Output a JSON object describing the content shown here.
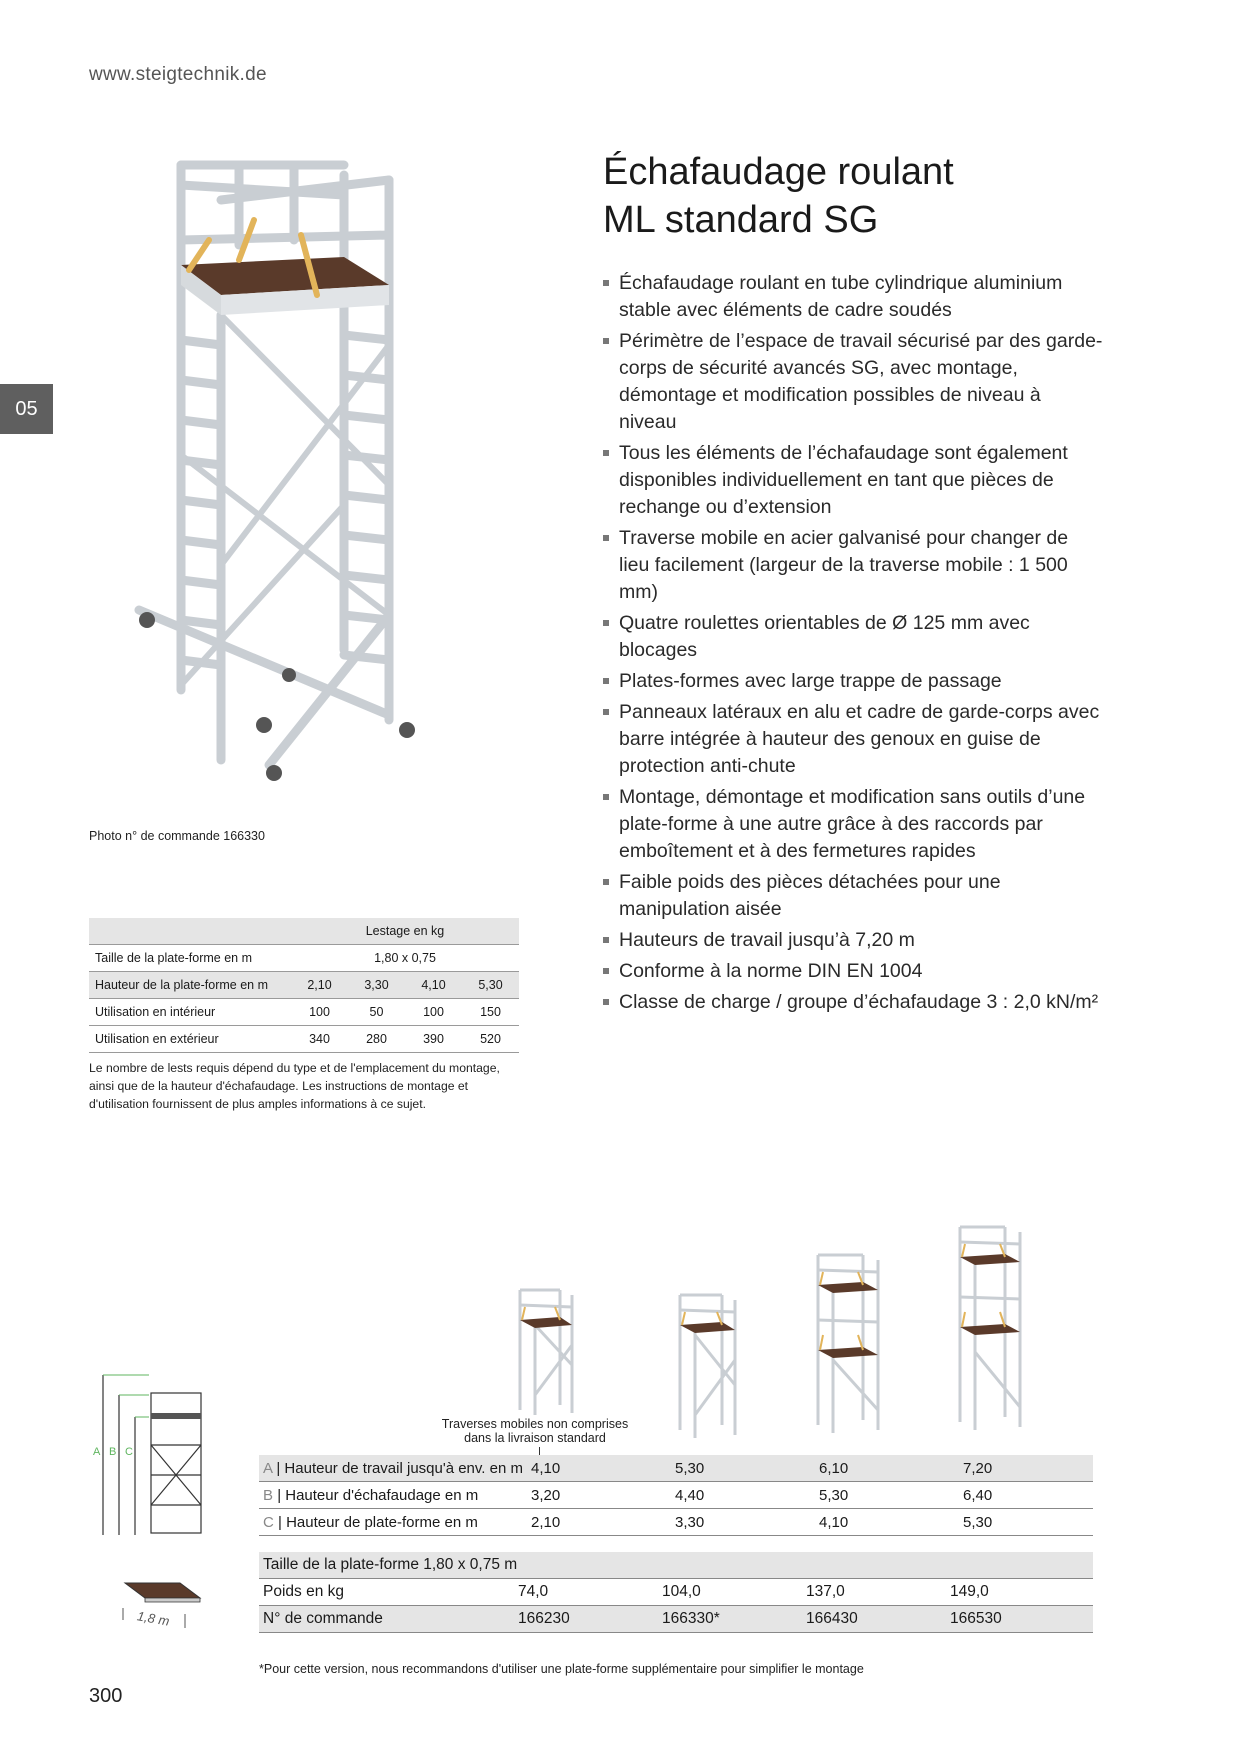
{
  "header": {
    "url": "www.steigtechnik.de"
  },
  "chapter": "05",
  "photo_caption": "Photo n° de commande 166330",
  "ballast": {
    "header_label": "Lestage en kg",
    "rows": [
      {
        "label": "Taille de la plate-forme en m",
        "values": [
          "1,80 x 0,75"
        ]
      },
      {
        "label": "Hauteur de la plate-forme en m",
        "values": [
          "2,10",
          "3,30",
          "4,10",
          "5,30"
        ]
      },
      {
        "label": "Utilisation en intérieur",
        "values": [
          "100",
          "50",
          "100",
          "150"
        ]
      },
      {
        "label": "Utilisation en extérieur",
        "values": [
          "340",
          "280",
          "390",
          "520"
        ]
      }
    ],
    "note": "Le nombre de lests requis dépend du type et de l'emplacement du montage, ainsi que de la hauteur d'échafaudage. Les instructions de montage et d'utilisation fournissent de plus amples informations à ce sujet."
  },
  "title": {
    "line1": "Échafaudage roulant",
    "line2": "ML standard SG"
  },
  "features": [
    "Échafaudage roulant en tube cylindrique aluminium stable avec éléments de cadre soudés",
    "Périmètre de l’espace de travail sécurisé par des garde-corps de sécurité avancés SG, avec montage, démontage et modification possibles de niveau à niveau",
    "Tous les éléments de l’échafaudage sont également disponibles individuellement en tant que pièces de rechange ou d’extension",
    "Traverse mobile en acier galvanisé pour changer de lieu facilement (largeur de la traverse mobile : 1 500 mm)",
    "Quatre roulettes orientables de Ø 125 mm avec blocages",
    "Plates-formes avec large trappe de passage",
    "Panneaux latéraux en alu et cadre de garde-corps avec barre intégrée à hauteur des genoux en guise de protection anti-chute",
    "Montage, démontage et modification sans outils d’une plate-forme à une autre grâce à des raccords par emboîtement et à des fermetures rapides",
    "Faible poids des pièces détachées pour une manipulation aisée",
    "Hauteurs de travail jusqu’à 7,20 m",
    "Conforme à la norme DIN EN 1004",
    "Classe de charge / groupe d’échafaudage 3 : 2,0 kN/m²"
  ],
  "traverse_note": {
    "line1": "Traverses mobiles non comprises",
    "line2": "dans la livraison standard"
  },
  "diagram_letters": {
    "a": "A",
    "b": "B",
    "c": "C"
  },
  "dims": {
    "rows": [
      {
        "letter": "A",
        "label": "| Hauteur de travail jusqu'à env. en m",
        "values": [
          "4,10",
          "5,30",
          "6,10",
          "7,20"
        ]
      },
      {
        "letter": "B",
        "label": "| Hauteur d'échafaudage en m",
        "values": [
          "3,20",
          "4,40",
          "5,30",
          "6,40"
        ]
      },
      {
        "letter": "C",
        "label": "| Hauteur de plate-forme en m",
        "values": [
          "2,10",
          "3,30",
          "4,10",
          "5,30"
        ]
      }
    ]
  },
  "platform": {
    "size_label": "Taille de la plate-forme 1,80 x 0,75 m",
    "weight_label": "Poids en kg",
    "weights": [
      "74,0",
      "104,0",
      "137,0",
      "149,0"
    ],
    "order_label": "N° de commande",
    "orders": [
      "166230",
      "166330*",
      "166430",
      "166530"
    ]
  },
  "platform_sketch_label": "1,8 m",
  "footnote": "*Pour cette version, nous recommandons d'utiliser une plate-forme supplémentaire pour simplifier le montage",
  "page_number": "300",
  "colors": {
    "frame": "#c9ced3",
    "brace": "#e2b45a",
    "deck": "#5a3a2a",
    "tab": "#5f5f5f",
    "dimension": "#5fb55f"
  }
}
